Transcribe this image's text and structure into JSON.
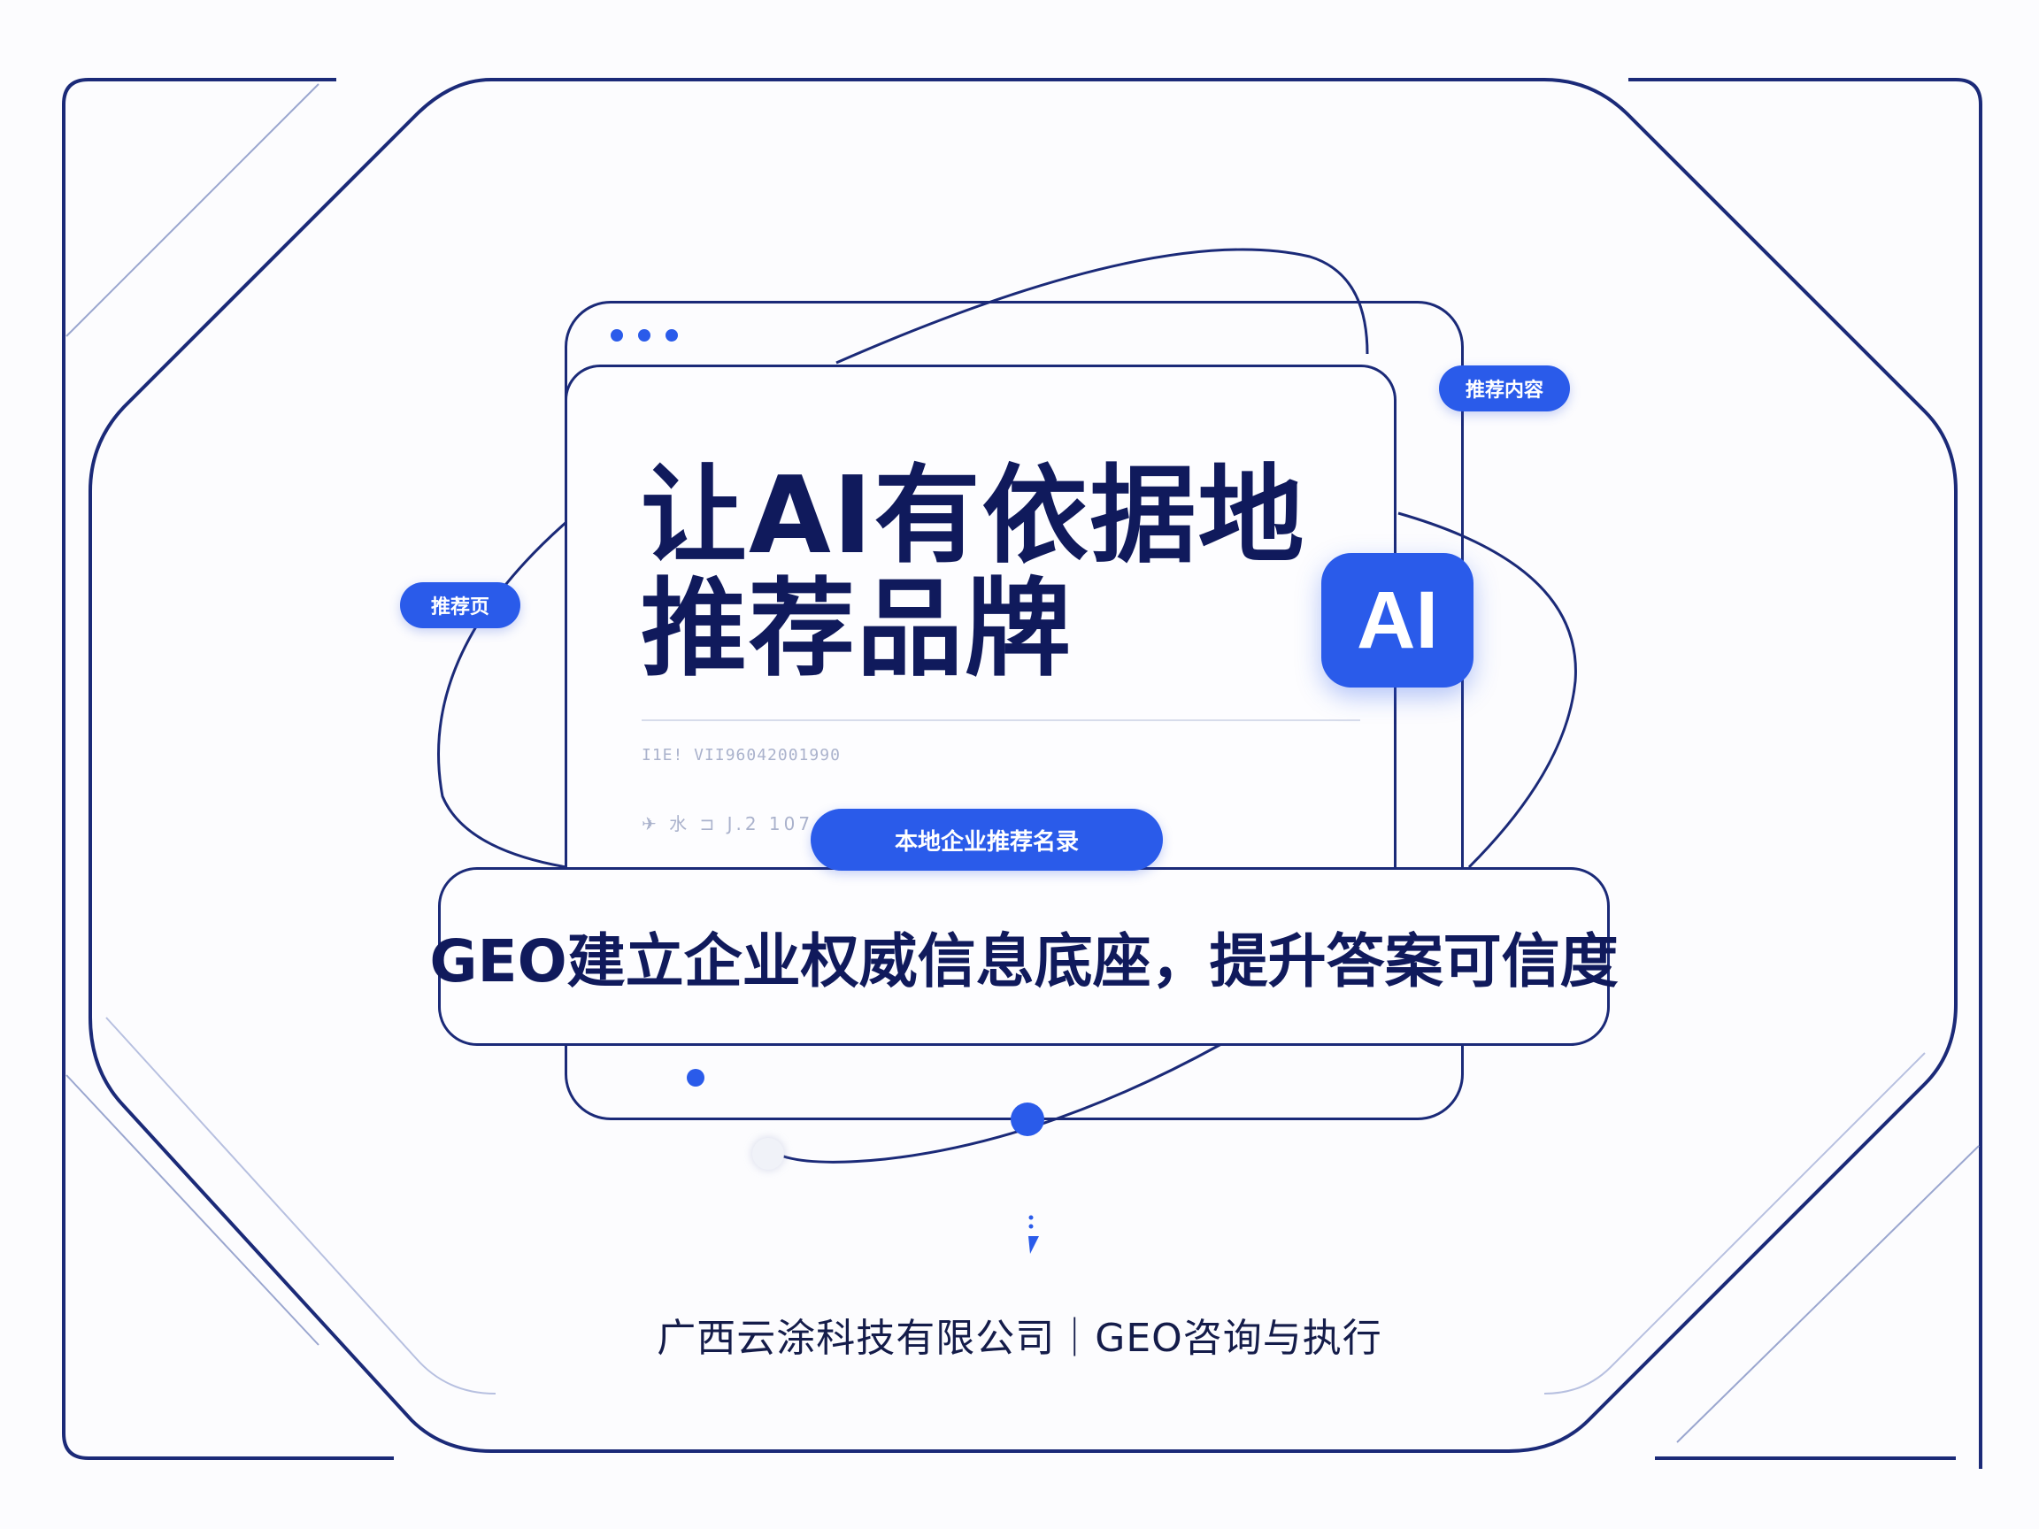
{
  "headline": {
    "line1": "让AI有依据地",
    "line2": "推荐品牌"
  },
  "tags": {
    "recommend_page": "推荐页",
    "recommend_content": "推荐内容",
    "local_directory": "本地企业推荐名录"
  },
  "ai_badge": "AI",
  "faded_text": {
    "line1": "I1E! VII96042001990",
    "line2": "✈ 水 ⊐ J.2 107 ~"
  },
  "subtitle": "GEO建立企业权威信息底座，提升答案可信度",
  "footer": "广西云涂科技有限公司｜GEO咨询与执行",
  "colors": {
    "accent": "#2a5bea",
    "navy": "#1b2a78",
    "text": "#101a5c",
    "background": "#fcfcfe"
  },
  "icons": [
    "window-dot-icon",
    "orbit-dot-icon",
    "small-mark-icon"
  ]
}
